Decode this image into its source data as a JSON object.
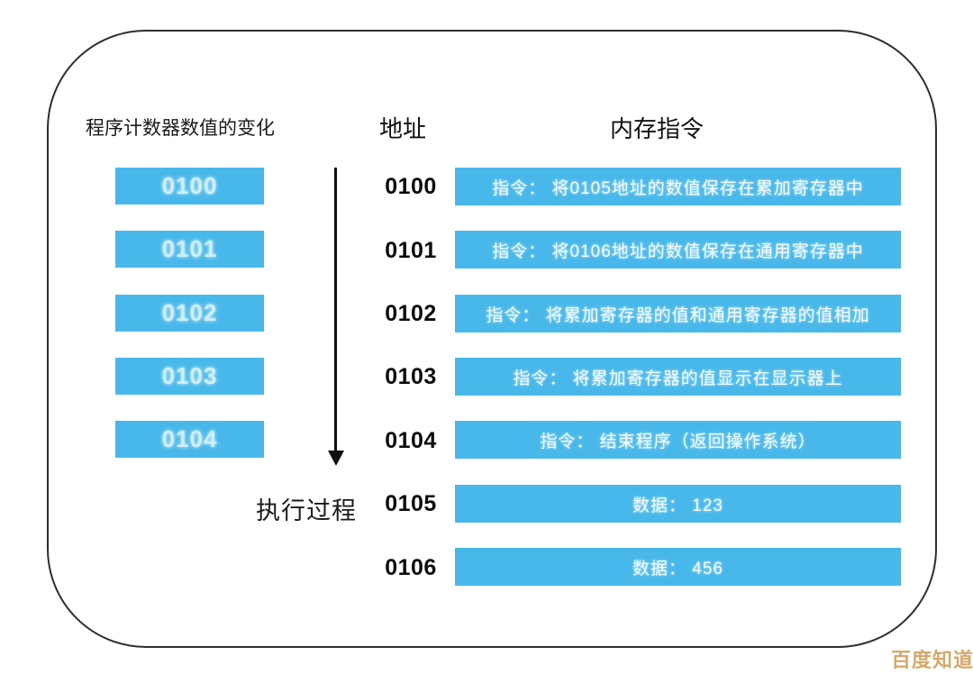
{
  "pc_column": {
    "header": "程序计数器数值的变化",
    "values": [
      "0100",
      "0101",
      "0102",
      "0103",
      "0104"
    ]
  },
  "execution_label": "执行过程",
  "memory_table": {
    "address_header": "地址",
    "instruction_header": "内存指令",
    "rows": [
      {
        "address": "0100",
        "content": "指令： 将0105地址的数值保存在累加寄存器中",
        "type": "instruction"
      },
      {
        "address": "0101",
        "content": "指令： 将0106地址的数值保存在通用寄存器中",
        "type": "instruction"
      },
      {
        "address": "0102",
        "content": "指令： 将累加寄存器的值和通用寄存器的值相加",
        "type": "instruction"
      },
      {
        "address": "0103",
        "content": "指令： 将累加寄存器的值显示在显示器上",
        "type": "instruction"
      },
      {
        "address": "0104",
        "content": "指令： 结束程序（返回操作系统）",
        "type": "instruction"
      },
      {
        "address": "0105",
        "content": "数据： 123",
        "type": "data"
      },
      {
        "address": "0106",
        "content": "数据： 456",
        "type": "data"
      }
    ]
  },
  "watermark": "百度知道",
  "colors": {
    "box_blue": "#48b8ea",
    "border": "#2e2e2e",
    "pc_text": "#cdeefa",
    "instruction_text": "#f4fcff",
    "watermark_gold": "#d4a96b"
  }
}
